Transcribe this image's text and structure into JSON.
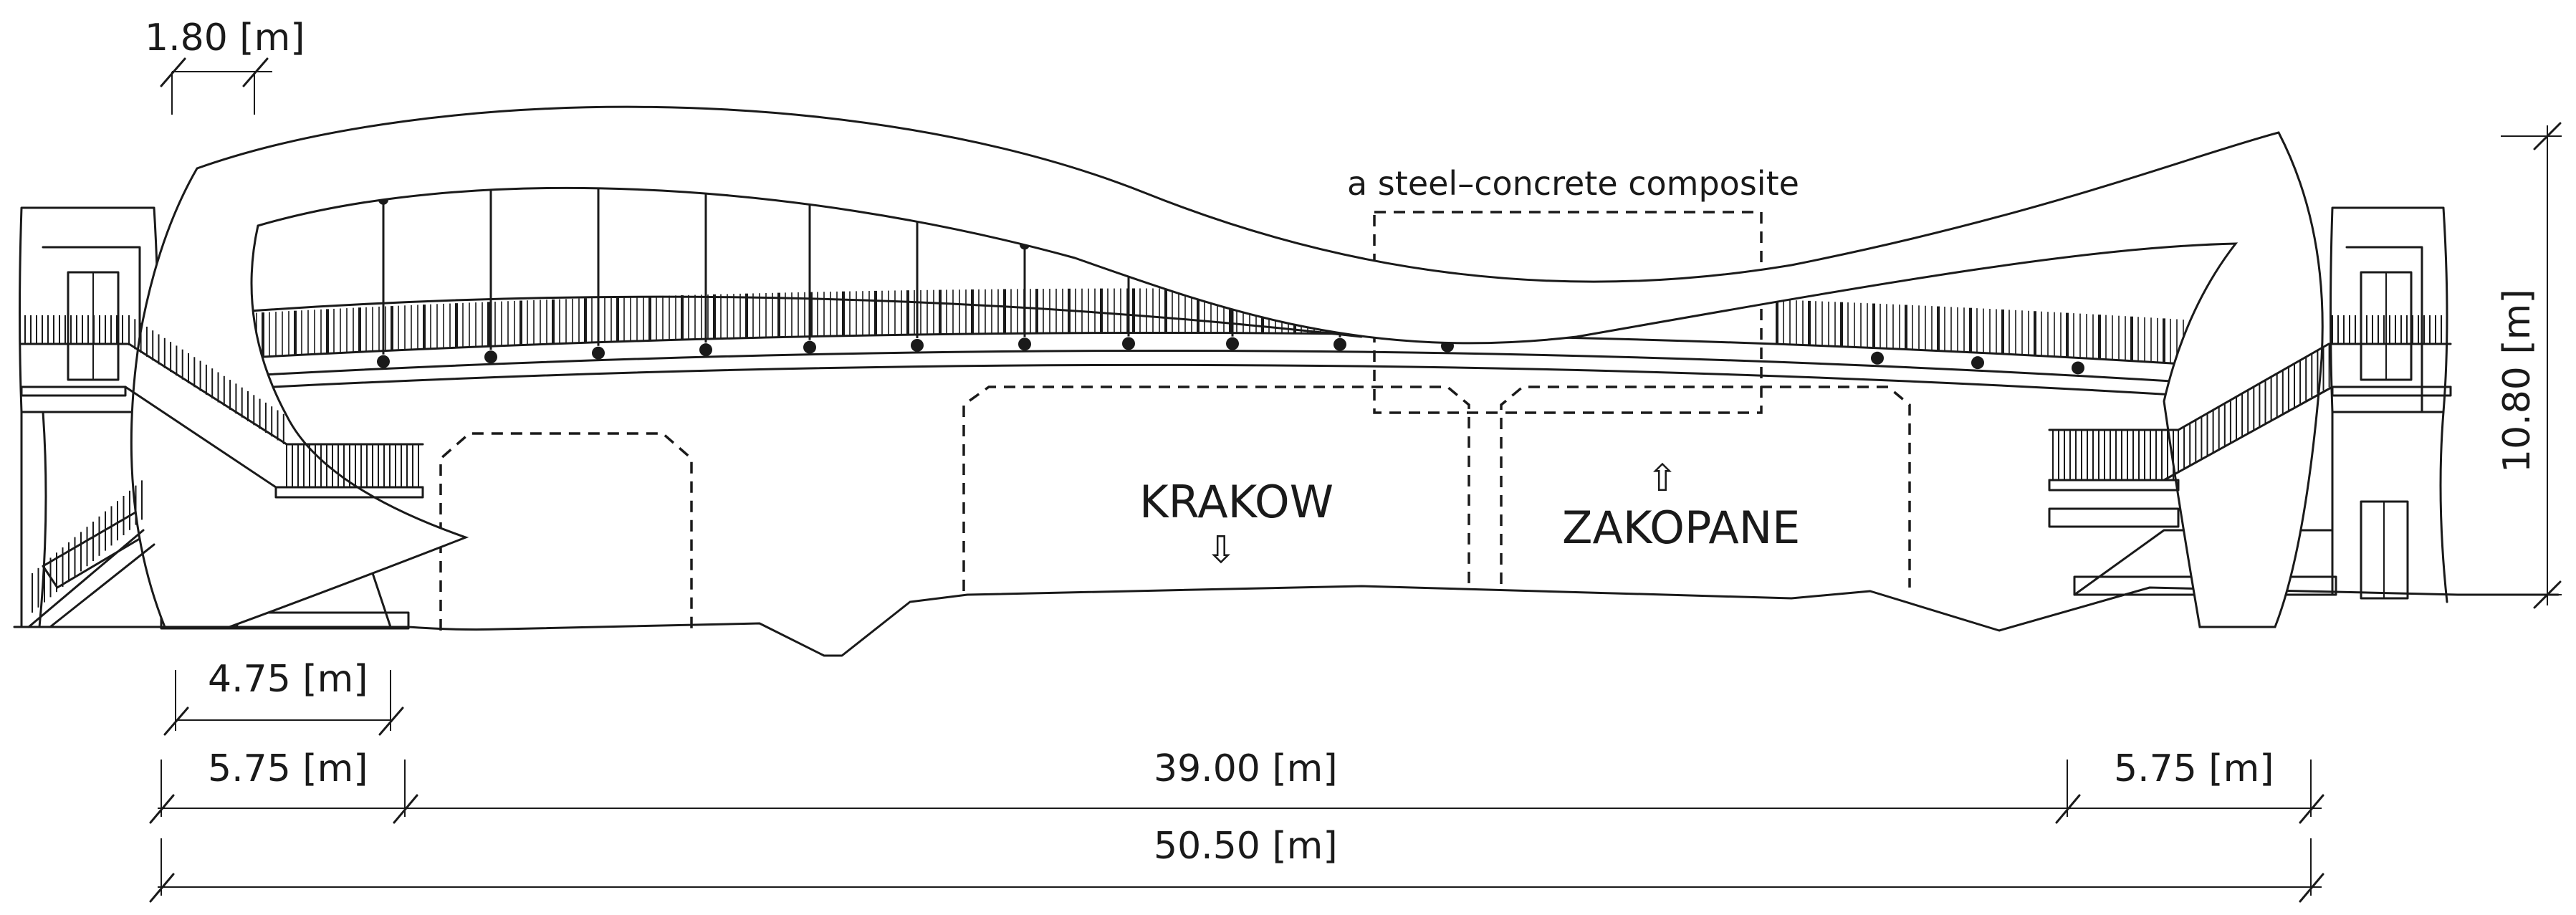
{
  "annotation": {
    "composite_label": "a steel–concrete composite"
  },
  "directions": {
    "krakow": {
      "label": "KRAKOW",
      "arrow": "⇩"
    },
    "zakopane": {
      "label": "ZAKOPANE",
      "arrow": "⇧"
    }
  },
  "dimensions": {
    "arch_width": "1.80 [m]",
    "abutment_width": "4.75 [m]",
    "side_span_left": "5.75 [m]",
    "main_span": "39.00 [m]",
    "side_span_right": "5.75 [m]",
    "total_length": "50.50 [m]",
    "height": "10.80 [m]"
  }
}
